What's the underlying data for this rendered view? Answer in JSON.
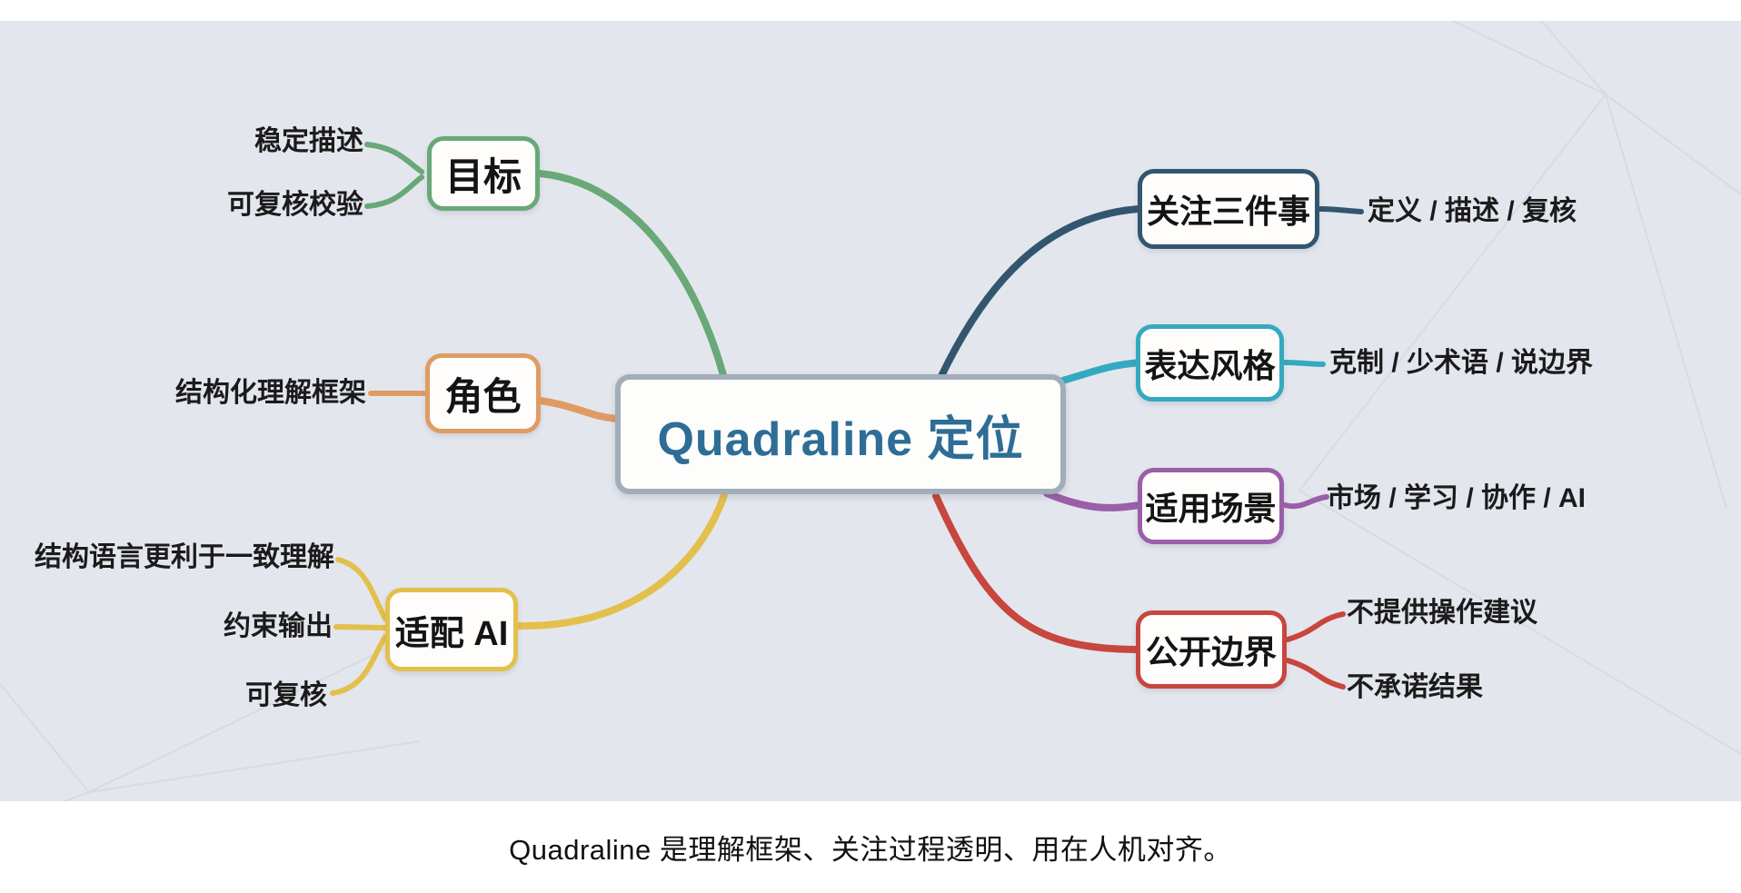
{
  "background": {
    "base": "#e4e6ee",
    "band": "#ffffff",
    "pattern_line": "#d5d9e3"
  },
  "central": {
    "label": "Quadraline 定位",
    "text_color": "#2d6d96",
    "border_color": "#a2adb8"
  },
  "branches": [
    {
      "id": "goal",
      "side": "left",
      "label": "目标",
      "color": "#69a877",
      "children": [
        "稳定描述",
        "可复核校验"
      ]
    },
    {
      "id": "role",
      "side": "left",
      "label": "角色",
      "color": "#df9c62",
      "children": [
        "结构化理解框架"
      ]
    },
    {
      "id": "ai",
      "side": "left",
      "label": "适配 AI",
      "color": "#e3c04c",
      "children": [
        "结构语言更利于一致理解",
        "约束输出",
        "可复核"
      ]
    },
    {
      "id": "three",
      "side": "right",
      "label": "关注三件事",
      "color": "#33566f",
      "children": [
        "定义 / 描述 / 复核"
      ]
    },
    {
      "id": "style",
      "side": "right",
      "label": "表达风格",
      "color": "#35a9bf",
      "children": [
        "克制 / 少术语 / 说边界"
      ]
    },
    {
      "id": "scenes",
      "side": "right",
      "label": "适用场景",
      "color": "#9a5fa7",
      "children": [
        "市场 / 学习 / 协作 / AI"
      ]
    },
    {
      "id": "bounds",
      "side": "right",
      "label": "公开边界",
      "color": "#c7463d",
      "children": [
        "不提供操作建议",
        "不承诺结果"
      ]
    }
  ],
  "caption": {
    "text": "Quadraline 是理解框架、关注过程透明、用在人机对齐。"
  }
}
